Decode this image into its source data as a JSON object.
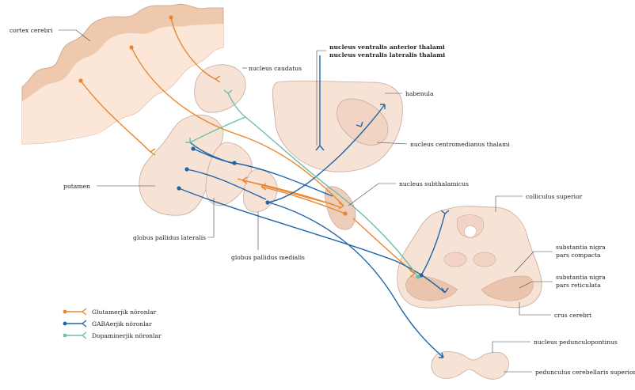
{
  "labels": {
    "cortex": "cortex cerebri",
    "caudatus": "nucleus caudatus",
    "vent1": "nucleus ventralis anterior thalami",
    "vent2": "nucleus ventralis lateralis thalami",
    "habenula": "habenula",
    "centromedianus": "nucleus centromedianus thalami",
    "putamen": "putamen",
    "subthalamicus": "nucleus subthalamicus",
    "colliculus": "colliculus superior",
    "gpl": "globus pallidus lateralis",
    "gpm": "globus pallidus medialis",
    "snc1": "substantia nigra",
    "snc2": "pars compacta",
    "snr1": "substantia nigra",
    "snr2": "pars reticulata",
    "crus": "crus cerebri",
    "ppn": "nucleus pedunculopontinus",
    "pcs": "pedunculus cerebellaris superior"
  },
  "legend": [
    {
      "label": "Glutamerjik nöronlar",
      "color": "#e8872e"
    },
    {
      "label": "GABAerjik nöronlar",
      "color": "#1f66a8"
    },
    {
      "label": "Dopaminerjik nöronlar",
      "color": "#6cbfa6"
    }
  ],
  "colors": {
    "glutamate": "#e8872e",
    "gaba": "#1f66a8",
    "dopamine": "#6cbfa6",
    "tissue_fill": "#f7e2d6",
    "tissue_stroke": "#c9aa9a",
    "cortex_dark": "#efc9ad",
    "cortex_light": "#fbe6d8"
  }
}
